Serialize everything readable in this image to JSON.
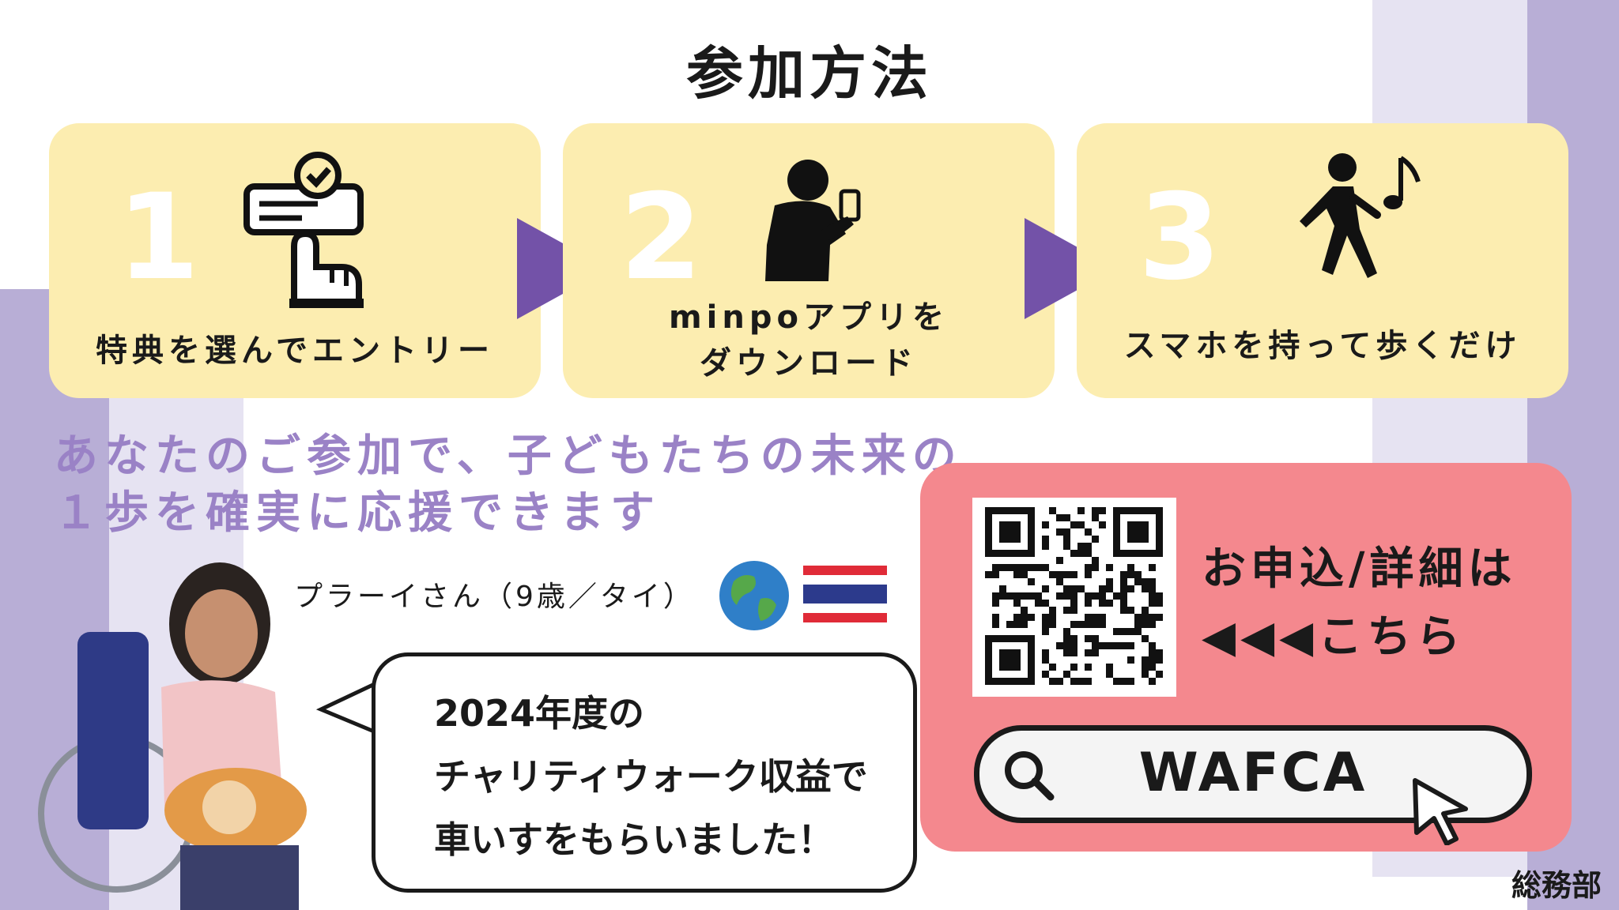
{
  "title": "参加方法",
  "steps": [
    {
      "number": "1",
      "label": "特典を選んでエントリー",
      "icon": "touch-entry-icon"
    },
    {
      "number": "2",
      "label_line1": "minpoアプリを",
      "label_line2": "ダウンロード",
      "icon": "person-phone-icon"
    },
    {
      "number": "3",
      "label": "スマホを持って歩くだけ",
      "icon": "walking-music-icon"
    }
  ],
  "tagline": {
    "line1": "あなたのご参加で、子どもたちの未来の",
    "line2": "１歩を確実に応援できます"
  },
  "person": {
    "caption": "プラーイさん（9歳／タイ）",
    "globe_icon": "globe-icon",
    "flag_icon": "thailand-flag-icon"
  },
  "speech": {
    "line1": "2024年度の",
    "line2": "チャリティウォーク収益で",
    "line3": "車いすをもらいました！"
  },
  "apply": {
    "line1": "お申込/詳細は",
    "line2": "◀◀◀こちら"
  },
  "search": {
    "text": "WAFCA"
  },
  "footer": {
    "department": "総務部"
  },
  "colors": {
    "step_bg": "#fcedb0",
    "arrow": "#7352a8",
    "tagline": "#9a82c6",
    "panel": "#f4888e",
    "stripe_light": "#e6e3f2",
    "stripe_mid": "#b8aed6"
  }
}
